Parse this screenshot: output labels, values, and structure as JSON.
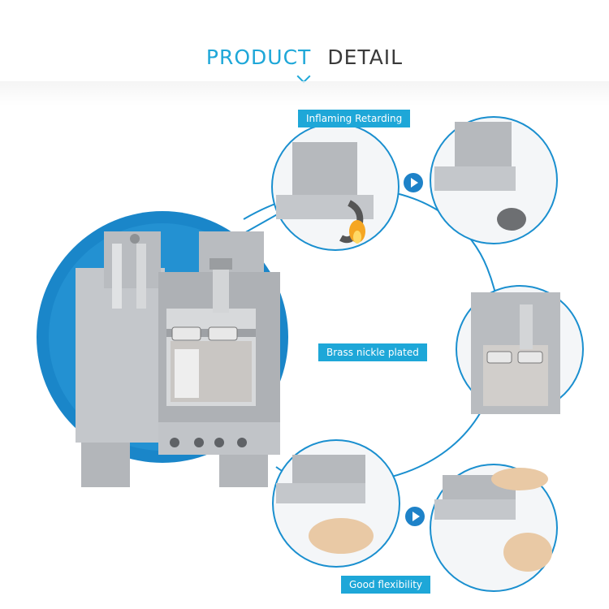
{
  "header": {
    "title_accent": "PRODUCT",
    "title_dark": "DETAIL"
  },
  "labels": {
    "inflaming": "Inflaming Retarding",
    "brass": "Brass nickle plated",
    "flexibility": "Good flexibility"
  },
  "colors": {
    "accent": "#1ea7d8",
    "circle_border": "#1a8fcf",
    "blue_disc": "#1a86c9",
    "terminal_grey": "#b9bcc0"
  }
}
